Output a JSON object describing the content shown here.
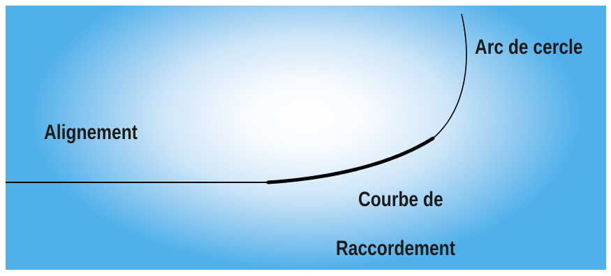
{
  "labels": {
    "alignement": "Alignement",
    "arc_de_cercle": "Arc de cercle",
    "courbe_line1": "Courbe de",
    "courbe_line2": "Raccordement"
  },
  "colors": {
    "line": "#000000",
    "background_center": "#ffffff",
    "background_edge": "#4fb0ea"
  }
}
